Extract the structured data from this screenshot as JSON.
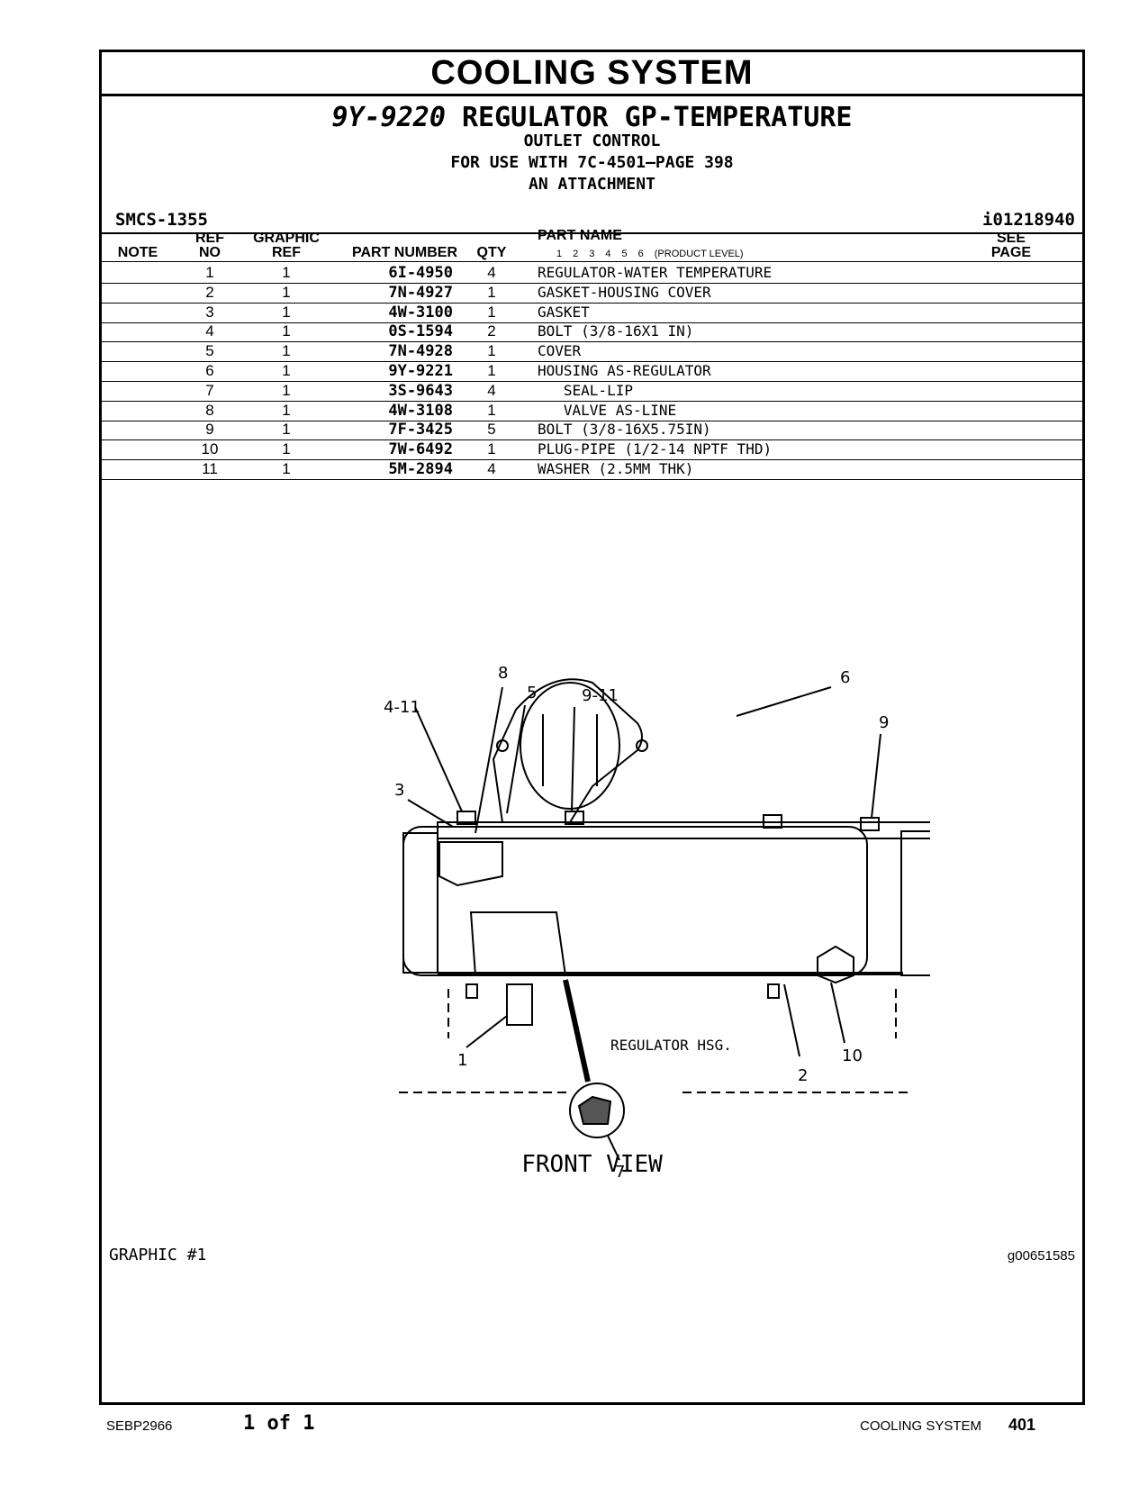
{
  "header": {
    "section": "COOLING SYSTEM",
    "part_number": "9Y-9220",
    "group_name": "REGULATOR GP-TEMPERATURE",
    "line1": "OUTLET CONTROL",
    "line2": "FOR USE WITH 7C-4501—PAGE 398",
    "line3": "AN ATTACHMENT",
    "smcs": "SMCS-1355",
    "ident": "i01218940"
  },
  "table": {
    "col_note": "NOTE",
    "col_ref_top": "REF",
    "col_ref_bottom": "NO",
    "col_gref_top": "GRAPHIC",
    "col_gref_bottom": "REF",
    "col_pn": "PART NUMBER",
    "col_qty": "QTY",
    "col_name": "PART NAME",
    "levels": [
      "1",
      "2",
      "3",
      "4",
      "5",
      "6"
    ],
    "levels_label": "(PRODUCT LEVEL)",
    "col_see_top": "SEE",
    "col_see_bottom": "PAGE",
    "rows": [
      {
        "ref": "1",
        "gref": "1",
        "pn": "6I-4950",
        "qty": "4",
        "name": "REGULATOR-WATER TEMPERATURE"
      },
      {
        "ref": "2",
        "gref": "1",
        "pn": "7N-4927",
        "qty": "1",
        "name": "GASKET-HOUSING COVER"
      },
      {
        "ref": "3",
        "gref": "1",
        "pn": "4W-3100",
        "qty": "1",
        "name": "GASKET"
      },
      {
        "ref": "4",
        "gref": "1",
        "pn": "0S-1594",
        "qty": "2",
        "name": "BOLT (3/8-16X1 IN)"
      },
      {
        "ref": "5",
        "gref": "1",
        "pn": "7N-4928",
        "qty": "1",
        "name": "COVER"
      },
      {
        "ref": "6",
        "gref": "1",
        "pn": "9Y-9221",
        "qty": "1",
        "name": "HOUSING AS-REGULATOR"
      },
      {
        "ref": "7",
        "gref": "1",
        "pn": "3S-9643",
        "qty": "4",
        "name": "   SEAL-LIP"
      },
      {
        "ref": "8",
        "gref": "1",
        "pn": "4W-3108",
        "qty": "1",
        "name": "   VALVE AS-LINE"
      },
      {
        "ref": "9",
        "gref": "1",
        "pn": "7F-3425",
        "qty": "5",
        "name": "BOLT (3/8-16X5.75IN)"
      },
      {
        "ref": "10",
        "gref": "1",
        "pn": "7W-6492",
        "qty": "1",
        "name": "PLUG-PIPE (1/2-14 NPTF THD)"
      },
      {
        "ref": "11",
        "gref": "1",
        "pn": "5M-2894",
        "qty": "4",
        "name": "WASHER (2.5MM THK)"
      }
    ]
  },
  "graphic": {
    "callouts": [
      "8",
      "5",
      "4-11",
      "9-11",
      "6",
      "9",
      "3",
      "1",
      "2",
      "10",
      "7"
    ],
    "housing_label": "REGULATOR HSG.",
    "view_label": "FRONT VIEW",
    "label": "GRAPHIC #1",
    "id": "g00651585"
  },
  "footer": {
    "doc": "SEBP2966",
    "page": "1 of 1",
    "section": "COOLING SYSTEM",
    "number": "401"
  }
}
